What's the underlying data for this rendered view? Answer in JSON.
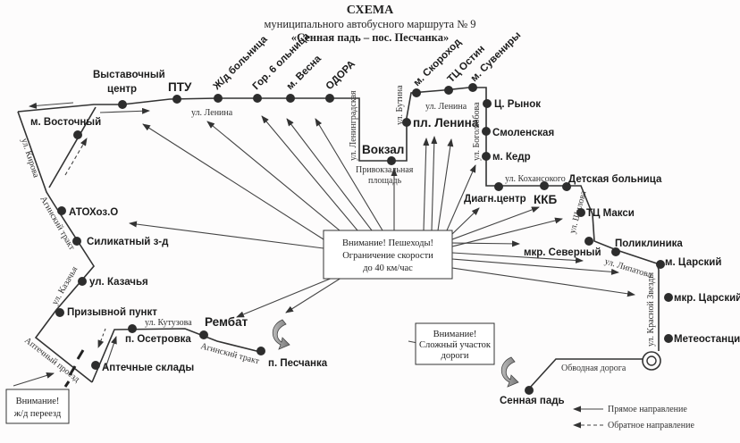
{
  "title": {
    "line1": "СХЕМА",
    "line2": "муниципального автобусного маршрута № 9",
    "line3": "«Сенная падь – пос. Песчанка»"
  },
  "stops": {
    "vystavochny_1": "Выставочный",
    "vystavochny_2": "центр",
    "ptu": "ПТУ",
    "zhd_bolnica": "Ж/д больница",
    "gor_bolnica": "Гор. 6 ольница",
    "m_vesna": "м. Весна",
    "odora": "ОДОРА",
    "vokzal": "Вокзал",
    "pl_lenina": "пл. Ленина",
    "m_skorohod": "м. Скороход",
    "tc_ostin": "ТЦ Остин",
    "m_suveniry": "м. Сувениры",
    "c_rynok": "Ц. Рынок",
    "smolenskaya": "Смоленская",
    "m_kedr": "м. Кедр",
    "diagn_centr": "Диагн.центр",
    "kkb": "ККБ",
    "detskaya_bolnica": "Детская больница",
    "tc_maksi": "ТЦ Макси",
    "mkr_severny": "мкр. Северный",
    "poliklinika": "Поликлиника",
    "m_carsky": "м. Царский",
    "mkr_carsky": "мкр. Царский",
    "meteostanciya": "Метеостанция",
    "sennaya_pad": "Сенная падь",
    "m_vostochny": "м. Восточный",
    "atohoz": "АТОХоз.О",
    "silikatny": "Силикатный з-д",
    "ul_kazachya": "ул. Казачья",
    "prizyvnoy": "Призывной пункт",
    "p_ostrovka": "п. Осетровка",
    "aptechnye_sklady": "Аптечные склады",
    "rembat": "Рембат",
    "p_peschanka": "п. Песчанка"
  },
  "streets": {
    "lenina_1": "ул. Ленина",
    "lenina_2": "ул. Ленина",
    "leningradskaya": "ул. Ленинградская",
    "butina": "ул. Бутина",
    "bogolyubova": "ул. Боголюбова",
    "privokzalnaya_1": "Привокзальная",
    "privokzalnaya_2": "площадь",
    "kohanskogo": "ул. Кохансокого",
    "shilova": "ул. Шилова",
    "lipatova": "ул. Липатова",
    "krasnoy_zvezdy": "ул. Красной Звезды",
    "obvodnaya": "Обводная дорога",
    "kirova": "ул. Кирова",
    "aginsky_trakt_1": "Агинский тракт",
    "kazachya": "ул. Казачья",
    "aptechny_proezd": "Аптечный проезд",
    "kutuzova": "ул. Кутузова",
    "aginsky_trakt_2": "Агинский тракт"
  },
  "notices": {
    "pedestrians": [
      "Внимание! Пешеходы!",
      "Ограничение скорости",
      "до 40 км/час"
    ],
    "difficult_road": [
      "Внимание!",
      "Сложный участок",
      "дороги"
    ],
    "railway": [
      "Внимание!",
      "ж/д переезд"
    ]
  },
  "legend": {
    "forward": "Прямое направление",
    "reverse": "Обратное направление"
  }
}
